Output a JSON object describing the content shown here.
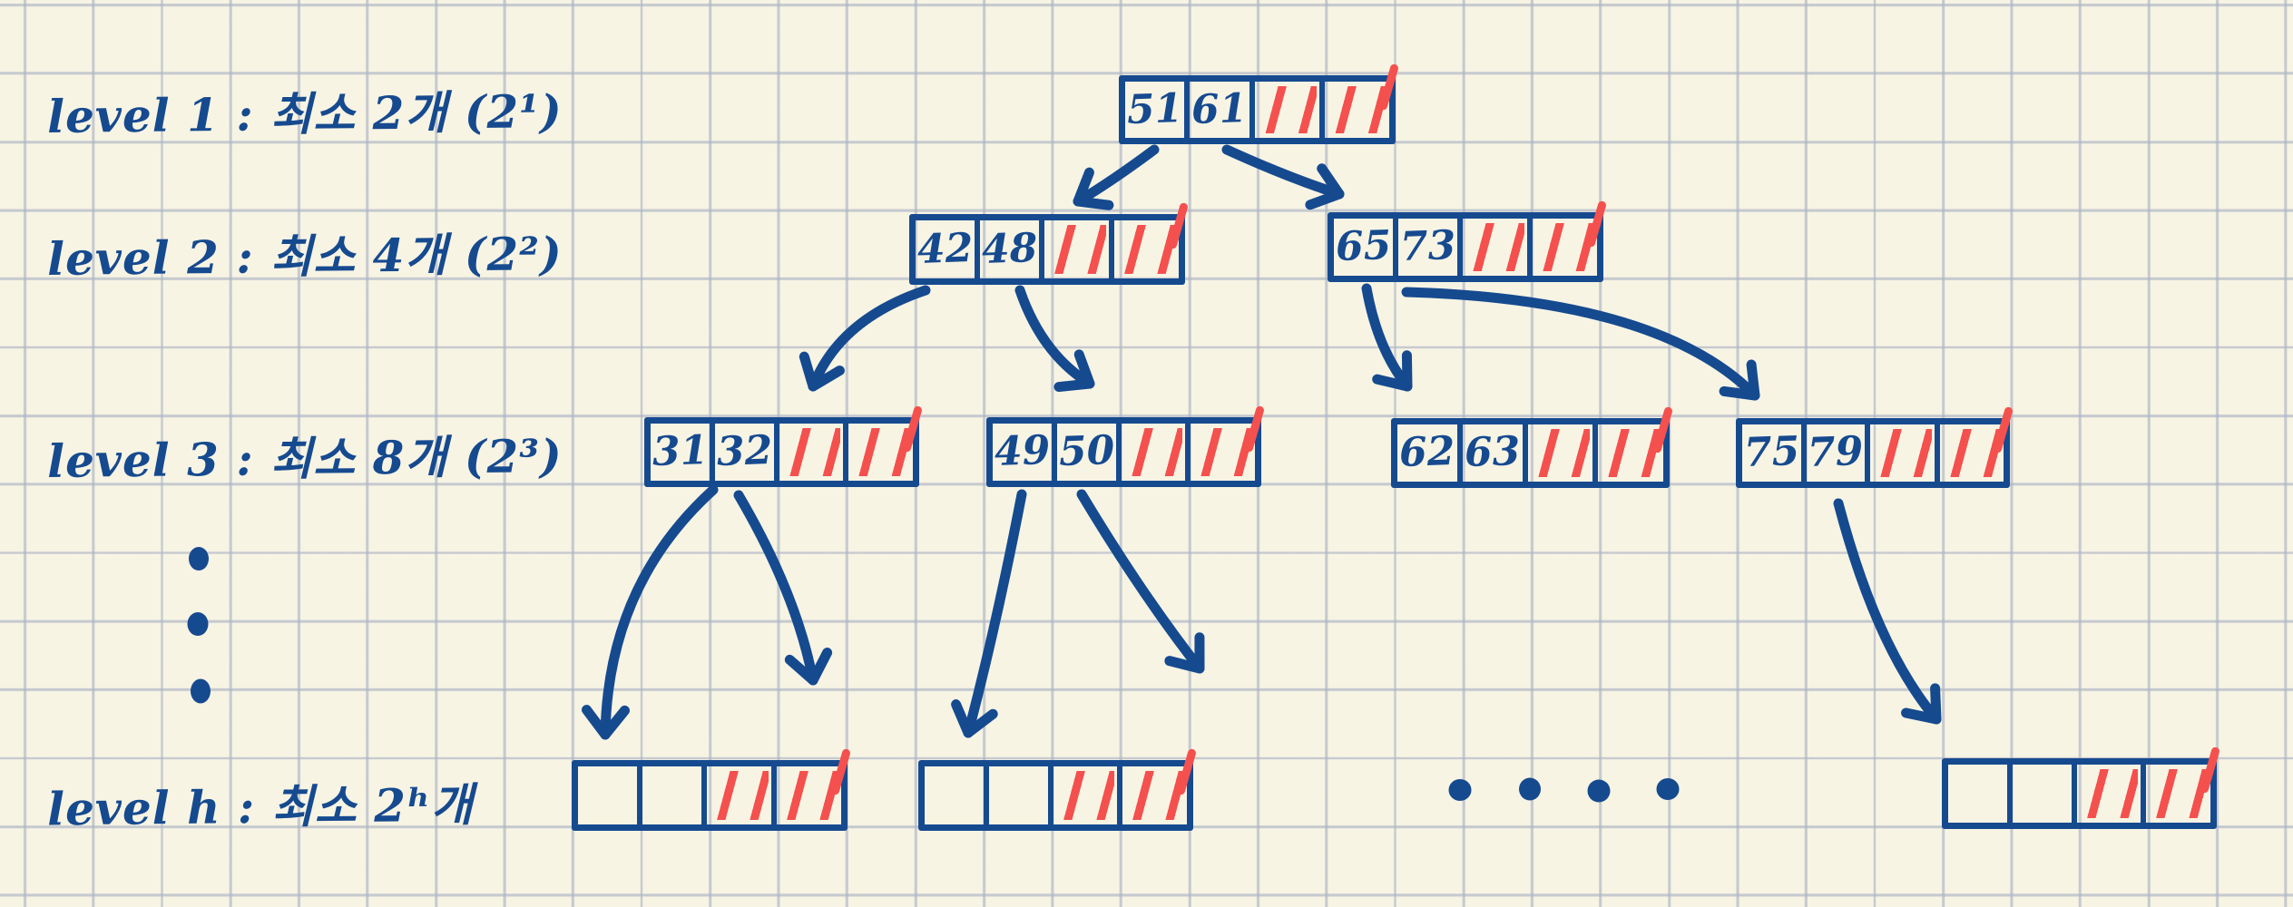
{
  "title_labels": [
    "level 1 :  최소 2개 (2¹)",
    "level 2 :  최소 4개 (2²)",
    "level 3  :  최소 8개 (2³)",
    "level h :  최소 2ʰ개"
  ],
  "tree": {
    "root": {
      "keys": [
        "51",
        "61"
      ]
    },
    "level2": [
      {
        "keys": [
          "42",
          "48"
        ]
      },
      {
        "keys": [
          "65",
          "73"
        ]
      }
    ],
    "level3": [
      {
        "keys": [
          "31",
          "32"
        ]
      },
      {
        "keys": [
          "49",
          "50"
        ]
      },
      {
        "keys": [
          "62",
          "63"
        ]
      },
      {
        "keys": [
          "75",
          "79"
        ]
      }
    ],
    "levelh": [
      {
        "keys": [
          "",
          ""
        ]
      },
      {
        "keys": [
          "",
          ""
        ]
      },
      {
        "keys": [
          "",
          ""
        ]
      }
    ]
  },
  "ellipsis": {
    "vertical_dots": 3,
    "horizontal_dots": 4
  },
  "colors": {
    "ink_blue": "#164a8f",
    "hatch_red": "#f4514e",
    "paper": "#f7f4e4",
    "grid_line": "#aeb6c3"
  }
}
